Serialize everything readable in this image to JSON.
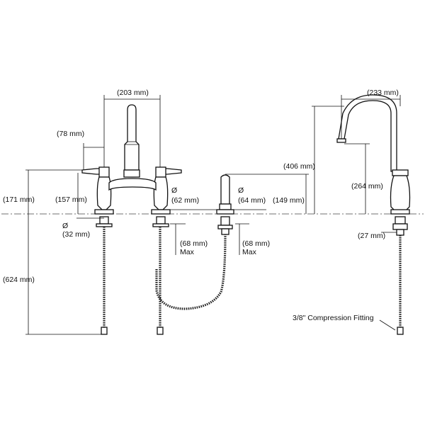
{
  "diagram": {
    "labels": {
      "spout_spread": "(203 mm)",
      "handle_offset": "(78 mm)",
      "deck_to_top": "(171 mm)",
      "handle_height": "(157 mm)",
      "diameter_symbol": "Ø",
      "base_diameter": "(32 mm)",
      "shank_length": "(624 mm)",
      "deck_hole_a": "(62 mm)",
      "max_a": "(68 mm)",
      "max_label": "Max",
      "spray_diameter": "(64 mm)",
      "spray_height": "(149 mm)",
      "max_b": "(68 mm)",
      "spout_reach": "(233 mm)",
      "spout_height": "(406 mm)",
      "spout_outlet": "(264 mm)",
      "spout_base": "(27 mm)",
      "fitting_note": "3/8\" Compression Fitting"
    }
  }
}
